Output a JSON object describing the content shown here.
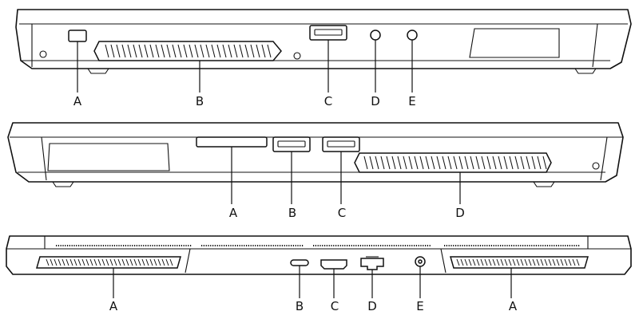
{
  "views": [
    {
      "id": "left-side",
      "callouts": [
        {
          "label": "A"
        },
        {
          "label": "B"
        },
        {
          "label": "C"
        },
        {
          "label": "D"
        },
        {
          "label": "E"
        }
      ]
    },
    {
      "id": "right-side",
      "callouts": [
        {
          "label": "A"
        },
        {
          "label": "B"
        },
        {
          "label": "C"
        },
        {
          "label": "D"
        }
      ]
    },
    {
      "id": "rear",
      "callouts": [
        {
          "label": "A"
        },
        {
          "label": "B"
        },
        {
          "label": "C"
        },
        {
          "label": "D"
        },
        {
          "label": "E"
        },
        {
          "label": "A"
        }
      ]
    }
  ]
}
